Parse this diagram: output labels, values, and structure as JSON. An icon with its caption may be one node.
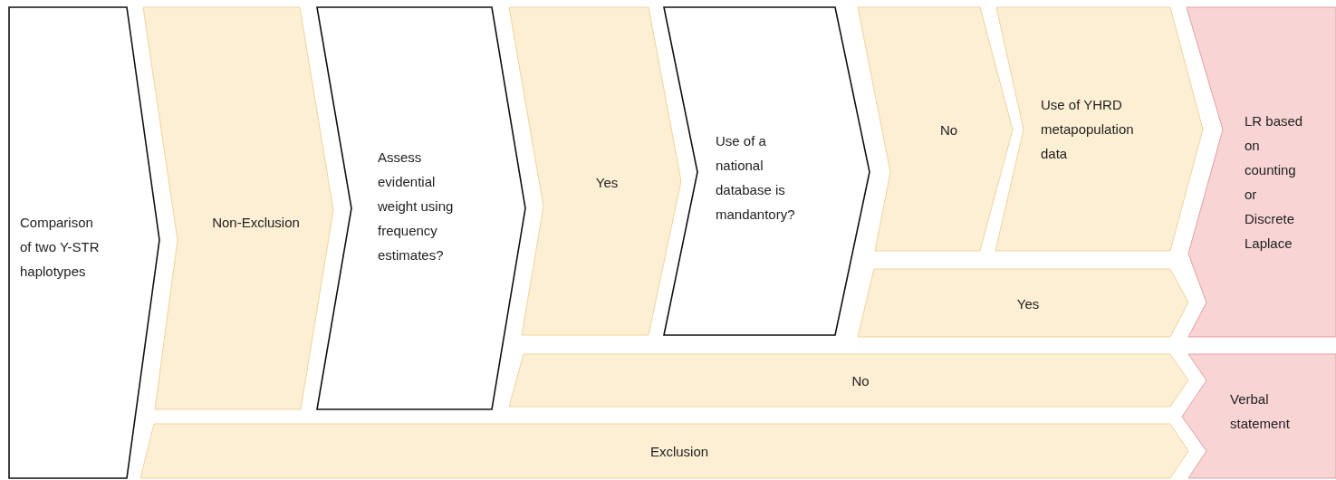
{
  "diagram": {
    "nodes": [
      {
        "text": [
          "Comparison of two Y-STR haplotypes"
        ]
      },
      {
        "text": [
          "Non-Exclusion"
        ]
      },
      {
        "text": [
          "Assess evidential weight using frequency estimates?"
        ]
      },
      {
        "text": [
          "Yes"
        ]
      },
      {
        "text": [
          "Use of a national database is mandantory?"
        ]
      },
      {
        "text": [
          "No"
        ]
      },
      {
        "text": [
          "Use of YHRD metapopulation data"
        ]
      },
      {
        "text": [
          "Yes"
        ]
      },
      {
        "text": [
          "No"
        ]
      },
      {
        "text": [
          "Exclusion"
        ]
      },
      {
        "text": [
          "LR based on counting or Discrete Laplace"
        ]
      },
      {
        "text": [
          "Verbal statement"
        ]
      }
    ]
  }
}
